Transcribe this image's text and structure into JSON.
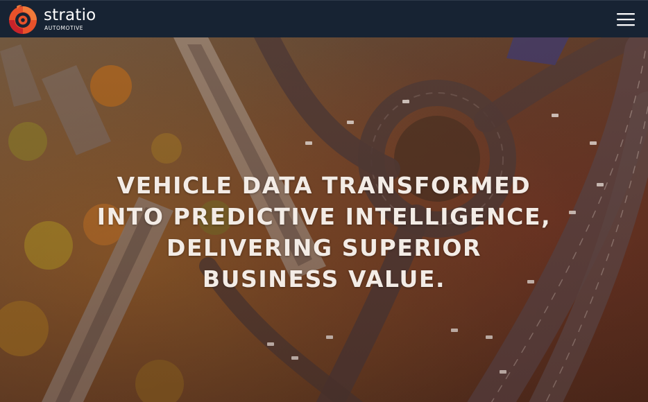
{
  "header": {
    "brand_name": "stratio",
    "brand_tagline": "AUTOMOTIVE",
    "menu_icon": "hamburger-menu-icon",
    "colors": {
      "bar": "#172333",
      "logo_orange": "#e8512a",
      "logo_red": "#c8232a"
    }
  },
  "hero": {
    "headline": "VEHICLE DATA TRANSFORMED INTO PREDICTIVE INTELLIGENCE, DELIVERING SUPERIOR BUSINESS VALUE.",
    "background": "aerial-city-roundabout-image",
    "colors": {
      "text": "#f3ece6"
    }
  }
}
